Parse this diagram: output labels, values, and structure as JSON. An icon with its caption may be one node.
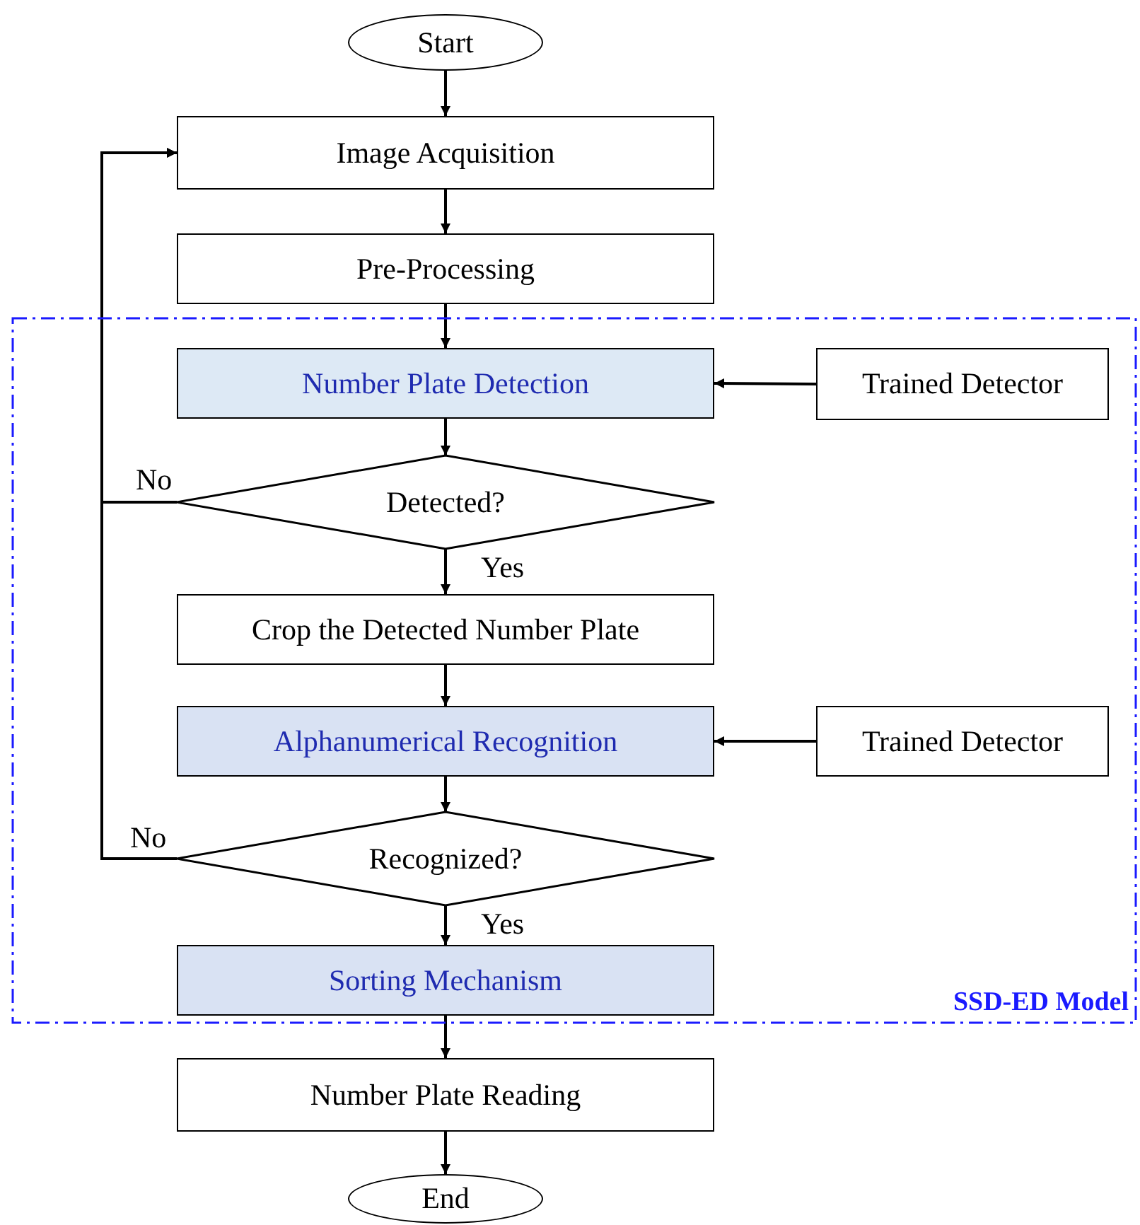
{
  "diagram": {
    "nodes": [
      {
        "text": [
          "Start"
        ]
      },
      {
        "text": [
          "Image Acquisition"
        ]
      },
      {
        "text": [
          "Pre-Processing"
        ]
      },
      {
        "text": [
          "SSD-ED Model"
        ]
      },
      {
        "text": [
          "Number Plate Detection"
        ],
        "in": 3
      },
      {
        "text": [
          "Trained Detector"
        ],
        "in": 3
      },
      {
        "text": [
          "Detected?"
        ],
        "in": 3
      },
      {
        "text": [
          "Crop the Detected Number Plate"
        ],
        "in": 3
      },
      {
        "text": [
          "Alphanumerical Recognition"
        ],
        "in": 3
      },
      {
        "text": [
          "Trained Detector"
        ],
        "in": 3
      },
      {
        "text": [
          "Recognized?"
        ],
        "in": 3
      },
      {
        "text": [
          "Sorting Mechanism"
        ],
        "in": 3
      },
      {
        "text": [
          "Number Plate Reading"
        ]
      },
      {
        "text": [
          "End"
        ]
      }
    ],
    "edges": [
      {
        "from": 0,
        "to": 1,
        "arrow": "to"
      },
      {
        "from": 1,
        "to": 2,
        "arrow": "to"
      },
      {
        "from": 2,
        "to": 4,
        "arrow": "to"
      },
      {
        "from": 5,
        "to": 4,
        "arrow": "to"
      },
      {
        "from": 4,
        "to": 6,
        "arrow": "to"
      },
      {
        "from": 6,
        "to": 7,
        "arrow": "to",
        "label": "Yes"
      },
      {
        "from": 6,
        "to": 1,
        "arrow": "to",
        "label": "No"
      },
      {
        "from": 7,
        "to": 8,
        "arrow": "to"
      },
      {
        "from": 9,
        "to": 8,
        "arrow": "to"
      },
      {
        "from": 8,
        "to": 10,
        "arrow": "to"
      },
      {
        "from": 10,
        "to": 11,
        "arrow": "to",
        "label": "Yes"
      },
      {
        "from": 10,
        "to": 1,
        "arrow": "to",
        "label": "No"
      },
      {
        "from": 11,
        "to": 12,
        "arrow": "to"
      },
      {
        "from": 12,
        "to": 13,
        "arrow": "to"
      }
    ]
  }
}
